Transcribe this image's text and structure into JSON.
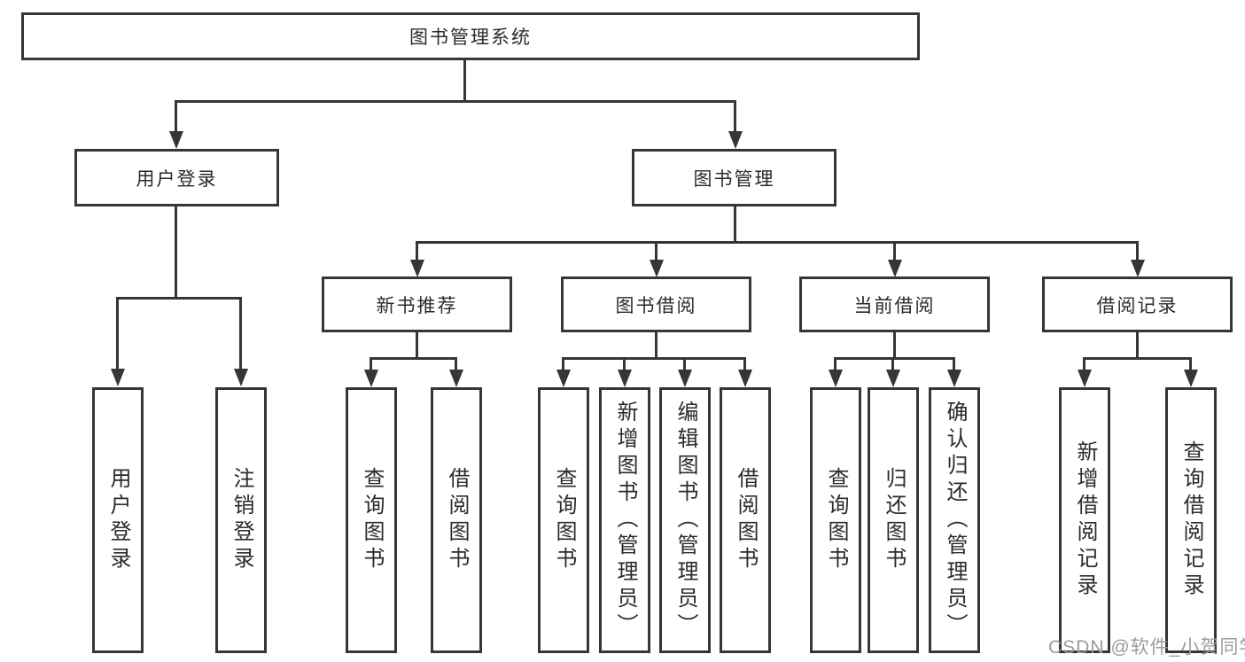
{
  "tree": {
    "root": {
      "label": "图书管理系统"
    },
    "branches": [
      {
        "label": "用户登录",
        "leaves": [
          {
            "label": "用户登录"
          },
          {
            "label": "注销登录"
          }
        ]
      },
      {
        "label": "图书管理",
        "groups": [
          {
            "label": "新书推荐",
            "leaves": [
              {
                "label": "查询图书"
              },
              {
                "label": "借阅图书"
              }
            ]
          },
          {
            "label": "图书借阅",
            "leaves": [
              {
                "label": "查询图书"
              },
              {
                "label": "新增图书（管理员）"
              },
              {
                "label": "编辑图书（管理员）"
              },
              {
                "label": "借阅图书"
              }
            ]
          },
          {
            "label": "当前借阅",
            "leaves": [
              {
                "label": "查询图书"
              },
              {
                "label": "归还图书"
              },
              {
                "label": "确认归还（管理员）"
              }
            ]
          },
          {
            "label": "借阅记录",
            "leaves": [
              {
                "label": "新增借阅记录"
              },
              {
                "label": "查询借阅记录"
              }
            ]
          }
        ]
      }
    ]
  },
  "watermark": {
    "text": "CSDN @软件_小贺同学"
  },
  "colors": {
    "line": "#363636",
    "text": "#2b2b2b",
    "box_background": "#ffffff",
    "watermark": "#9c9c9c"
  }
}
